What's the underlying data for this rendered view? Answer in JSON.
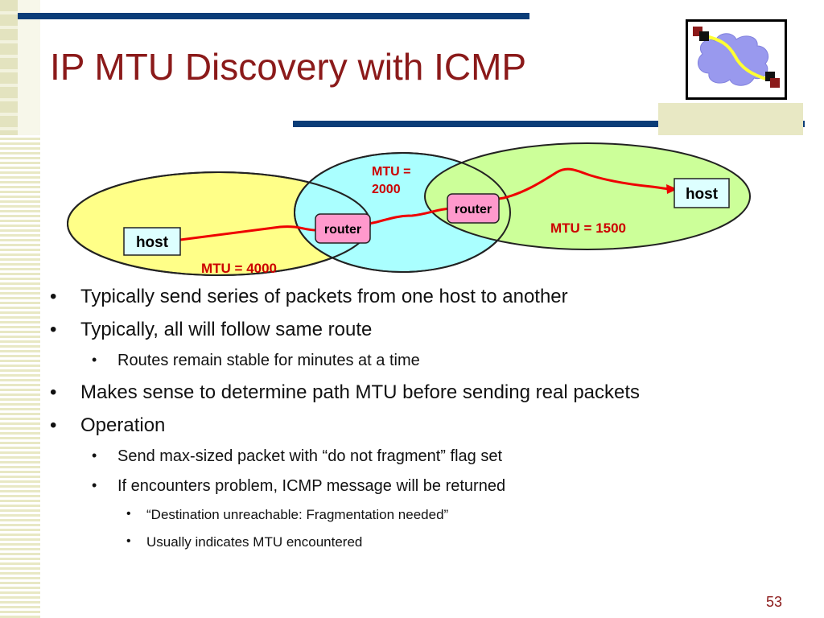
{
  "slide": {
    "title": "IP MTU Discovery with ICMP",
    "page_number": "53"
  },
  "diagram": {
    "labels": {
      "host_left": "host",
      "host_right": "host",
      "router_left": "router",
      "router_right": "router",
      "mtu_left": "MTU = 4000",
      "mtu_middle_line1": "MTU =",
      "mtu_middle_line2": "2000",
      "mtu_right": "MTU = 1500"
    },
    "colors": {
      "network_left": "#ffff88",
      "network_middle": "#aaffff",
      "network_right": "#ccff99",
      "router_fill": "#ff99cc",
      "host_fill": "#ddffff",
      "path": "#ee0000",
      "mtu_text": "#cc0000"
    }
  },
  "bullets": [
    {
      "level": 1,
      "text": "Typically send series of packets from one host to another"
    },
    {
      "level": 1,
      "text": "Typically, all will follow same route"
    },
    {
      "level": 2,
      "text": "Routes remain stable for minutes at a time"
    },
    {
      "level": 1,
      "text": "Makes sense to determine path MTU before sending real packets"
    },
    {
      "level": 1,
      "text": "Operation"
    },
    {
      "level": 2,
      "text": "Send max-sized packet with “do not fragment” flag set"
    },
    {
      "level": 2,
      "text": "If encounters problem, ICMP message will be returned"
    },
    {
      "level": 3,
      "text": "“Destination unreachable: Fragmentation needed”"
    },
    {
      "level": 3,
      "text": "Usually indicates MTU encountered"
    }
  ],
  "bullet_glyph": "•",
  "logo": {
    "icon": "network-cloud-icon"
  }
}
